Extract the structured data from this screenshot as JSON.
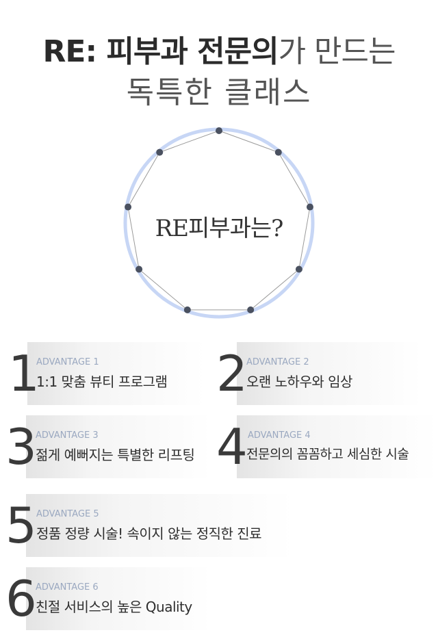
{
  "heading": {
    "line1_bold": "RE: 피부과 전문의",
    "line1_light": "가 만드는",
    "line2": "독특한 클래스"
  },
  "diagram": {
    "center_label": "RE피부과는?",
    "ring_color": "#c7d6f5",
    "dot_color": "#4a5160",
    "dots": 9
  },
  "advantages": [
    {
      "number": "1",
      "label": "ADVANTAGE 1",
      "title": "1:1 맞춤 뷰티 프로그램"
    },
    {
      "number": "2",
      "label": "ADVANTAGE 2",
      "title": "오랜 노하우와 임상"
    },
    {
      "number": "3",
      "label": "ADVANTAGE 3",
      "title": "젊게 예뻐지는 특별한 리프팅"
    },
    {
      "number": "4",
      "label": "ADVANTAGE 4",
      "title": "전문의의 꼼꼼하고 세심한 시술"
    },
    {
      "number": "5",
      "label": "ADVANTAGE 5",
      "title": "정품 정량 시술! 속이지 않는 정직한 진료"
    },
    {
      "number": "6",
      "label": "ADVANTAGE 6",
      "title": "친절 서비스의 높은 Quality"
    }
  ]
}
